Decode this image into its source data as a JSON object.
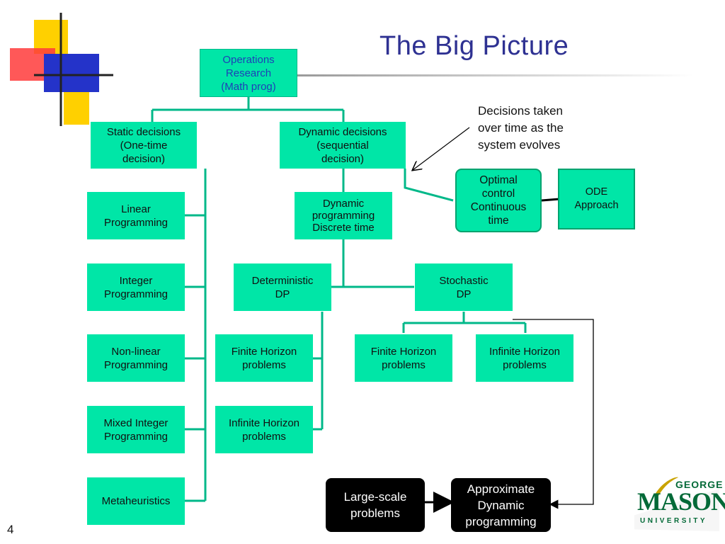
{
  "title": "The Big Picture",
  "page_number": "4",
  "annotation": "Decisions taken\nover time as the\nsystem evolves",
  "nodes": {
    "operations_research": "Operations\nResearch\n(Math prog)",
    "static_decisions": "Static decisions\n(One-time\ndecision)",
    "dynamic_decisions": "Dynamic decisions\n(sequential\ndecision)",
    "linear_programming": "Linear\nProgramming",
    "integer_programming": "Integer\nProgramming",
    "nonlinear_programming": "Non-linear\nProgramming",
    "mixed_integer_programming": "Mixed Integer\nProgramming",
    "metaheuristics": "Metaheuristics",
    "dynamic_programming": "Dynamic\nprogramming\nDiscrete time",
    "optimal_control": "Optimal\ncontrol\nContinuous\ntime",
    "ode_approach": "ODE\nApproach",
    "deterministic_dp": "Deterministic\nDP",
    "stochastic_dp": "Stochastic\nDP",
    "det_finite_horizon": "Finite Horizon\nproblems",
    "det_infinite_horizon": "Infinite Horizon\nproblems",
    "sto_finite_horizon": "Finite Horizon\nproblems",
    "sto_infinite_horizon": "Infinite Horizon\nproblems",
    "large_scale": "Large-scale\nproblems",
    "approx_dp": "Approximate\nDynamic\nprogramming"
  },
  "logo": {
    "george": "GEORGE",
    "mason": "MASON",
    "university": "UNIVERSITY"
  },
  "colors": {
    "node_fill": "#00e6a7",
    "connector": "#00b889",
    "title": "#2e3192",
    "dark_node": "#000000",
    "logo_green": "#046a38"
  }
}
